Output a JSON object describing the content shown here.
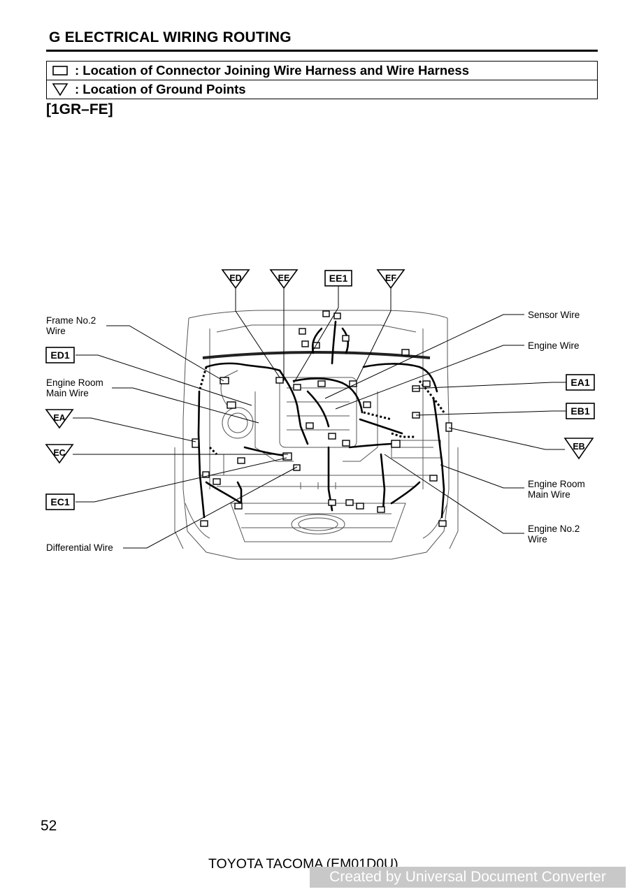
{
  "header": {
    "section_title": "G  ELECTRICAL WIRING ROUTING"
  },
  "legend": {
    "connector_text": ": Location of Connector Joining Wire Harness and Wire Harness",
    "ground_text": ": Location of Ground Points"
  },
  "engine_code": "[1GR–FE]",
  "diagram": {
    "top_labels": [
      {
        "code": "ED",
        "kind": "ground"
      },
      {
        "code": "EE",
        "kind": "ground"
      },
      {
        "code": "EE1",
        "kind": "connector"
      },
      {
        "code": "EF",
        "kind": "ground"
      }
    ],
    "left_labels": {
      "frame_no2_line1": "Frame No.2",
      "frame_no2_line2": "Wire",
      "ed1": "ED1",
      "engine_room_main_line1": "Engine Room",
      "engine_room_main_line2": "Main Wire",
      "ea": "EA",
      "ec": "EC",
      "ec1": "EC1",
      "differential": "Differential Wire"
    },
    "right_labels": {
      "sensor": "Sensor Wire",
      "engine": "Engine Wire",
      "ea1": "EA1",
      "eb1": "EB1",
      "eb": "EB",
      "engine_room_main_line1": "Engine Room",
      "engine_room_main_line2": "Main Wire",
      "engine_no2_line1": "Engine No.2",
      "engine_no2_line2": "Wire"
    }
  },
  "footer": {
    "page_number": "52",
    "document": "TOYOTA TACOMA (EM01D0U)",
    "watermark": "Created by Universal Document Converter"
  }
}
